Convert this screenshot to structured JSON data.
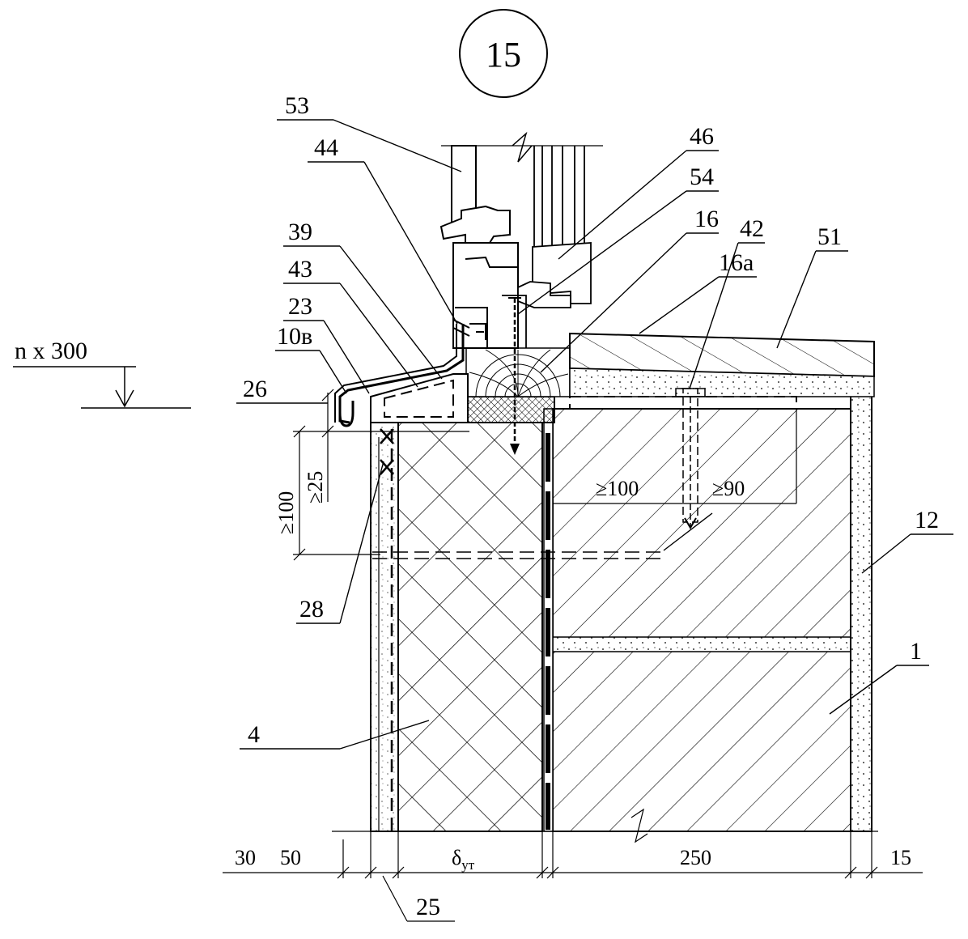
{
  "detail_number": "15",
  "level_mark": "n x 300",
  "callouts": {
    "c53": "53",
    "c44": "44",
    "c46": "46",
    "c54": "54",
    "c16": "16",
    "c39": "39",
    "c43": "43",
    "c23": "23",
    "c10v": "10в",
    "c26": "26",
    "c16a": "16а",
    "c42": "42",
    "c51": "51",
    "c12": "12",
    "c1": "1",
    "c4": "4",
    "c28": "28",
    "c25": "25"
  },
  "dims": {
    "d25": "≥25",
    "d100v": "≥100",
    "d100h": "≥100",
    "d90": "≥90",
    "b30": "30",
    "b50": "50",
    "b_delta": "δ",
    "b_delta_sub": "ут",
    "b250": "250",
    "b15": "15"
  }
}
